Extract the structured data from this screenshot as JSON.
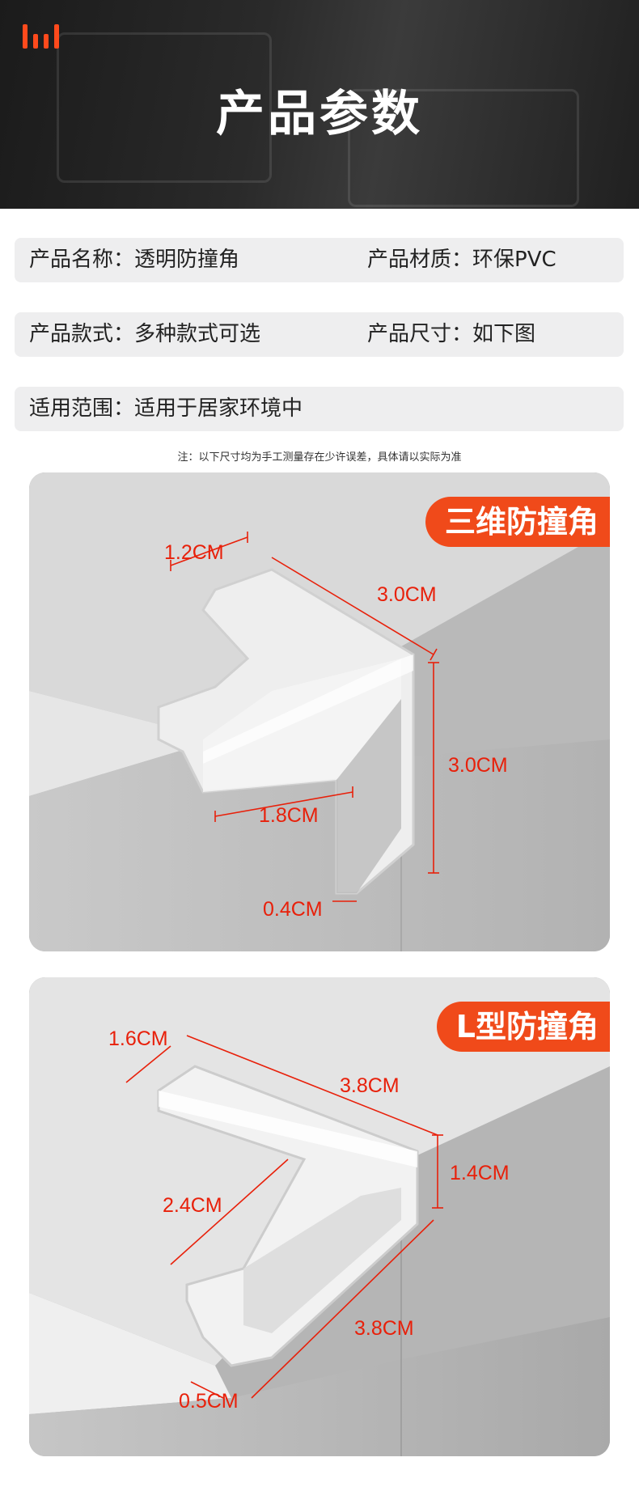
{
  "header": {
    "title": "产品参数"
  },
  "specs": {
    "rows": [
      [
        {
          "label": "产品名称：",
          "value": "透明防撞角"
        },
        {
          "label": "产品材质：",
          "value": "环保PVC"
        }
      ],
      [
        {
          "label": "产品款式：",
          "value": "多种款式可选"
        },
        {
          "label": "产品尺寸：",
          "value": "如下图"
        }
      ],
      [
        {
          "label": "适用范围：",
          "value": "适用于居家环境中"
        }
      ]
    ]
  },
  "note": "注：以下尺寸均为手工测量存在少许误差，具体请以实际为准",
  "products": [
    {
      "tag": "三维防撞角",
      "dims": [
        "1.2CM",
        "3.0CM",
        "3.0CM",
        "1.8CM",
        "0.4CM"
      ]
    },
    {
      "tag": "L型防撞角",
      "dims": [
        "1.6CM",
        "3.8CM",
        "1.4CM",
        "2.4CM",
        "3.8CM",
        "0.5CM"
      ]
    }
  ],
  "colors": {
    "accent": "#f04a1a",
    "dimension": "#e8200a",
    "row_bg": "#eeeeef",
    "header_bg": "#262626"
  }
}
